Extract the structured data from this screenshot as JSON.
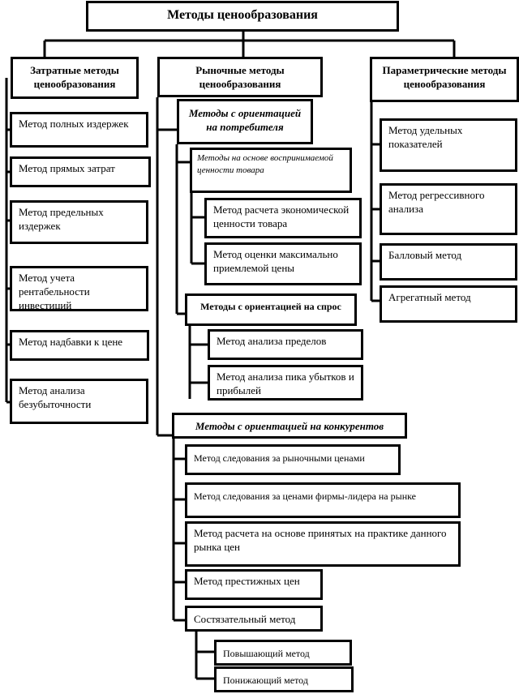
{
  "title": "Методы ценообразования",
  "columns": {
    "cost": {
      "title": "Затратные методы ценообразования",
      "items": [
        "Метод полных издержек",
        "Метод прямых затрат",
        "Метод предельных издержек",
        "Метод учета рентабельности инвестиций",
        "Метод надбавки к цене",
        "Метод анализа безубыточности"
      ]
    },
    "market": {
      "title": "Рыночные методы ценообразования",
      "consumer": {
        "title": "Методы с ориентацией на потребителя",
        "perceived_value": {
          "title": "Методы на основе воспринимаемой ценности товара",
          "items": [
            "Метод расчета экономической ценности товара",
            "Метод оценки максимально приемлемой цены"
          ]
        },
        "demand": {
          "title": "Методы с ориентацией на спрос",
          "items": [
            "Метод анализа пределов",
            "Метод анализа пика убытков и прибылей"
          ]
        }
      },
      "competitors": {
        "title": "Методы с ориентацией на конкурентов",
        "items": [
          "Метод следования за рыночными ценами",
          "Метод следования за ценами фирмы-лидера на рынке",
          "Метод расчета на основе принятых на практике данного рынка цен",
          "Метод престижных цен",
          "Состязательный метод"
        ],
        "tender": [
          "Повышающий метод",
          "Понижающий метод"
        ]
      }
    },
    "parametric": {
      "title": "Параметрические методы ценообразования",
      "items": [
        "Метод удельных показателей",
        "Метод регрессивного анализа",
        "Балловый метод",
        "Агрегатный метод"
      ]
    }
  }
}
